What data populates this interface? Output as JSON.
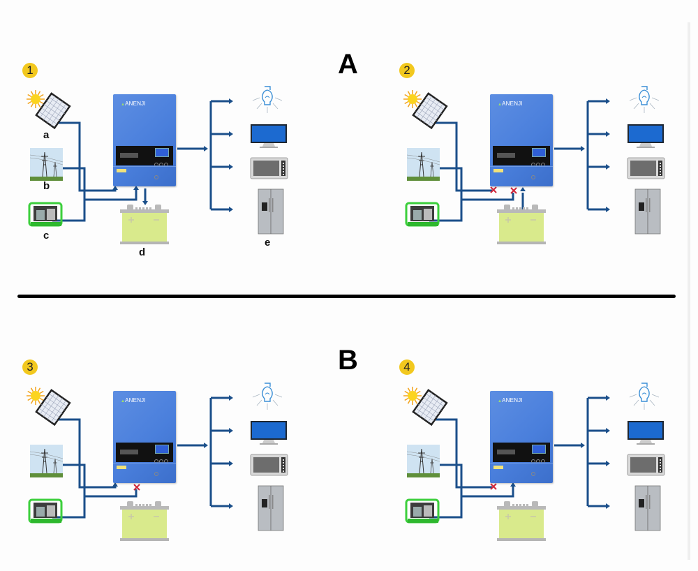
{
  "sections": [
    {
      "letter": "A"
    },
    {
      "letter": "B"
    }
  ],
  "colors": {
    "wire": "#1b4f8a",
    "cross": "#d0263a",
    "badge": "#f2c81e",
    "inverter": "#4a7fdc",
    "battery": "#d9ea8c",
    "generator": "#3ccf3c"
  },
  "labels": {
    "solar": "a",
    "grid": "b",
    "generator": "c",
    "battery": "d",
    "loads": "e"
  },
  "inverter": {
    "brand": "ANENJI"
  },
  "loads": [
    {
      "name": "light-bulb"
    },
    {
      "name": "television"
    },
    {
      "name": "microwave"
    },
    {
      "name": "refrigerator"
    }
  ],
  "panels": [
    {
      "number": "1",
      "show_labels": true,
      "solar_to_inverter": "connected",
      "grid_gen_to_inverter": "connected",
      "battery_flow": "charging"
    },
    {
      "number": "2",
      "show_labels": false,
      "solar_to_inverter": "blocked",
      "grid_gen_to_inverter": "blocked",
      "battery_flow": "discharging"
    },
    {
      "number": "3",
      "show_labels": false,
      "solar_to_inverter": "connected",
      "grid_gen_to_inverter": "blocked",
      "battery_flow": "none"
    },
    {
      "number": "4",
      "show_labels": false,
      "solar_to_inverter": "blocked",
      "grid_gen_to_inverter": "connected",
      "battery_flow": "none"
    }
  ]
}
